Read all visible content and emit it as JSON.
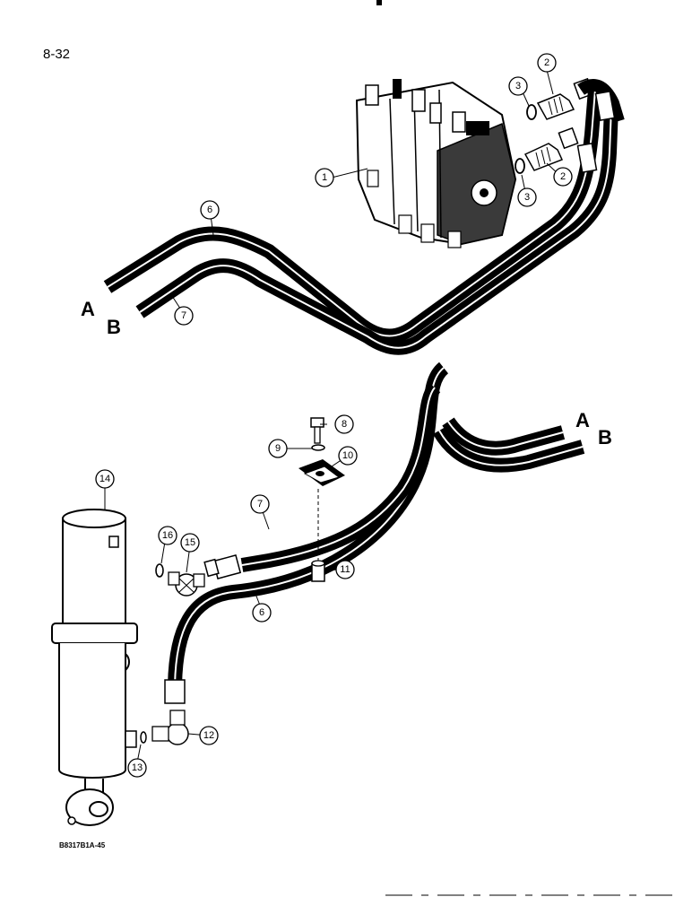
{
  "page_number": "8-32",
  "figure_code": "B8317B1A-45",
  "hose_ends": {
    "a": "A",
    "b": "B"
  },
  "callouts": [
    {
      "id": "c1",
      "text": "1"
    },
    {
      "id": "c2a",
      "text": "2"
    },
    {
      "id": "c2b",
      "text": "2"
    },
    {
      "id": "c3a",
      "text": "3"
    },
    {
      "id": "c3b",
      "text": "3"
    },
    {
      "id": "c6a",
      "text": "6"
    },
    {
      "id": "c6b",
      "text": "6"
    },
    {
      "id": "c7a",
      "text": "7"
    },
    {
      "id": "c7b",
      "text": "7"
    },
    {
      "id": "c8",
      "text": "8"
    },
    {
      "id": "c9",
      "text": "9"
    },
    {
      "id": "c10",
      "text": "10"
    },
    {
      "id": "c11",
      "text": "11"
    },
    {
      "id": "c12",
      "text": "12"
    },
    {
      "id": "c13",
      "text": "13"
    },
    {
      "id": "c14",
      "text": "14"
    },
    {
      "id": "c15",
      "text": "15"
    },
    {
      "id": "c16",
      "text": "16"
    }
  ]
}
